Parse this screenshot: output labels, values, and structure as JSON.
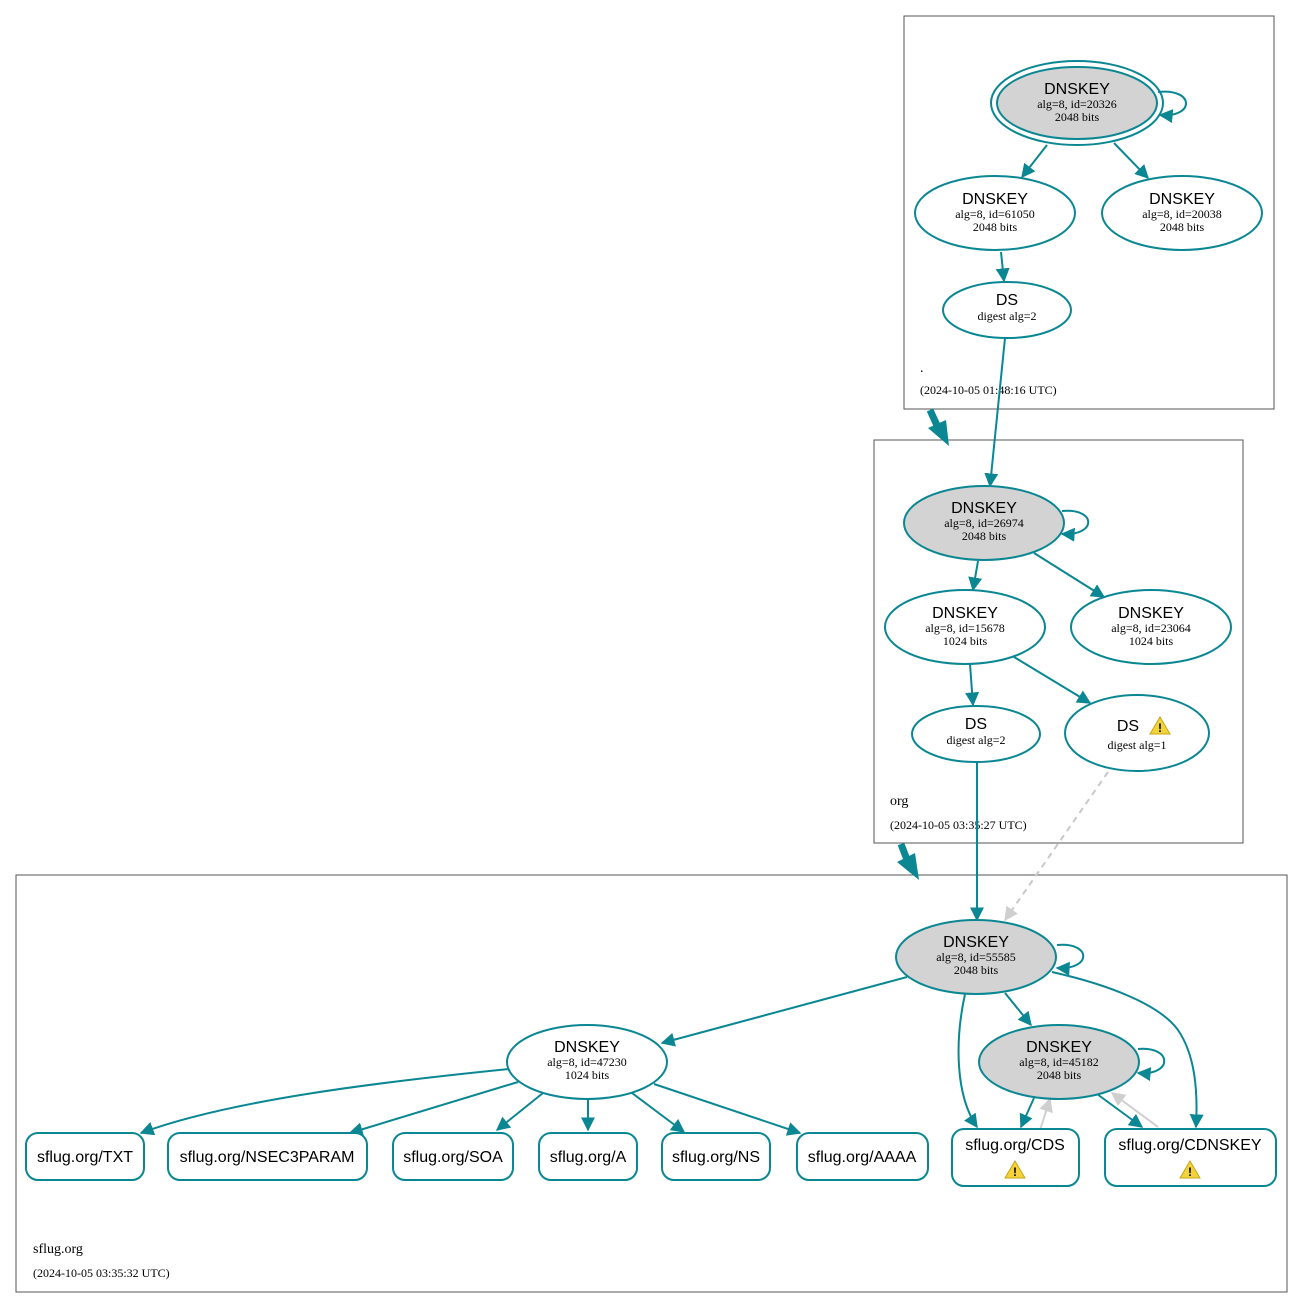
{
  "zones": {
    "root": {
      "name": ".",
      "timestamp": "(2024-10-05 01:48:16 UTC)"
    },
    "org": {
      "name": "org",
      "timestamp": "(2024-10-05 03:35:27 UTC)"
    },
    "sflug": {
      "name": "sflug.org",
      "timestamp": "(2024-10-05 03:35:32 UTC)"
    }
  },
  "nodes": {
    "root_ksk": {
      "title": "DNSKEY",
      "line1": "alg=8, id=20326",
      "line2": "2048 bits"
    },
    "root_zsk1": {
      "title": "DNSKEY",
      "line1": "alg=8, id=61050",
      "line2": "2048 bits"
    },
    "root_zsk2": {
      "title": "DNSKEY",
      "line1": "alg=8, id=20038",
      "line2": "2048 bits"
    },
    "org_ds": {
      "title": "DS",
      "line1": "digest alg=2"
    },
    "org_ksk": {
      "title": "DNSKEY",
      "line1": "alg=8, id=26974",
      "line2": "2048 bits"
    },
    "org_zsk1": {
      "title": "DNSKEY",
      "line1": "alg=8, id=15678",
      "line2": "1024 bits"
    },
    "org_zsk2": {
      "title": "DNSKEY",
      "line1": "alg=8, id=23064",
      "line2": "1024 bits"
    },
    "sflug_ds2": {
      "title": "DS",
      "line1": "digest alg=2"
    },
    "sflug_ds1": {
      "title": "DS",
      "line1": "digest alg=1"
    },
    "sflug_ksk": {
      "title": "DNSKEY",
      "line1": "alg=8, id=55585",
      "line2": "2048 bits"
    },
    "sflug_ksk2": {
      "title": "DNSKEY",
      "line1": "alg=8, id=45182",
      "line2": "2048 bits"
    },
    "sflug_zsk": {
      "title": "DNSKEY",
      "line1": "alg=8, id=47230",
      "line2": "1024 bits"
    }
  },
  "records": {
    "txt": "sflug.org/TXT",
    "nsec3param": "sflug.org/NSEC3PARAM",
    "soa": "sflug.org/SOA",
    "a": "sflug.org/A",
    "ns": "sflug.org/NS",
    "aaaa": "sflug.org/AAAA",
    "cds": "sflug.org/CDS",
    "cdnskey": "sflug.org/CDNSKEY"
  },
  "colors": {
    "secure": "#0a8793",
    "key_fill": "#d3d3d3",
    "bogus_edge": "#c8c8c8",
    "warning": "#f3d33b"
  },
  "icons": {
    "warning": "warning-icon"
  }
}
